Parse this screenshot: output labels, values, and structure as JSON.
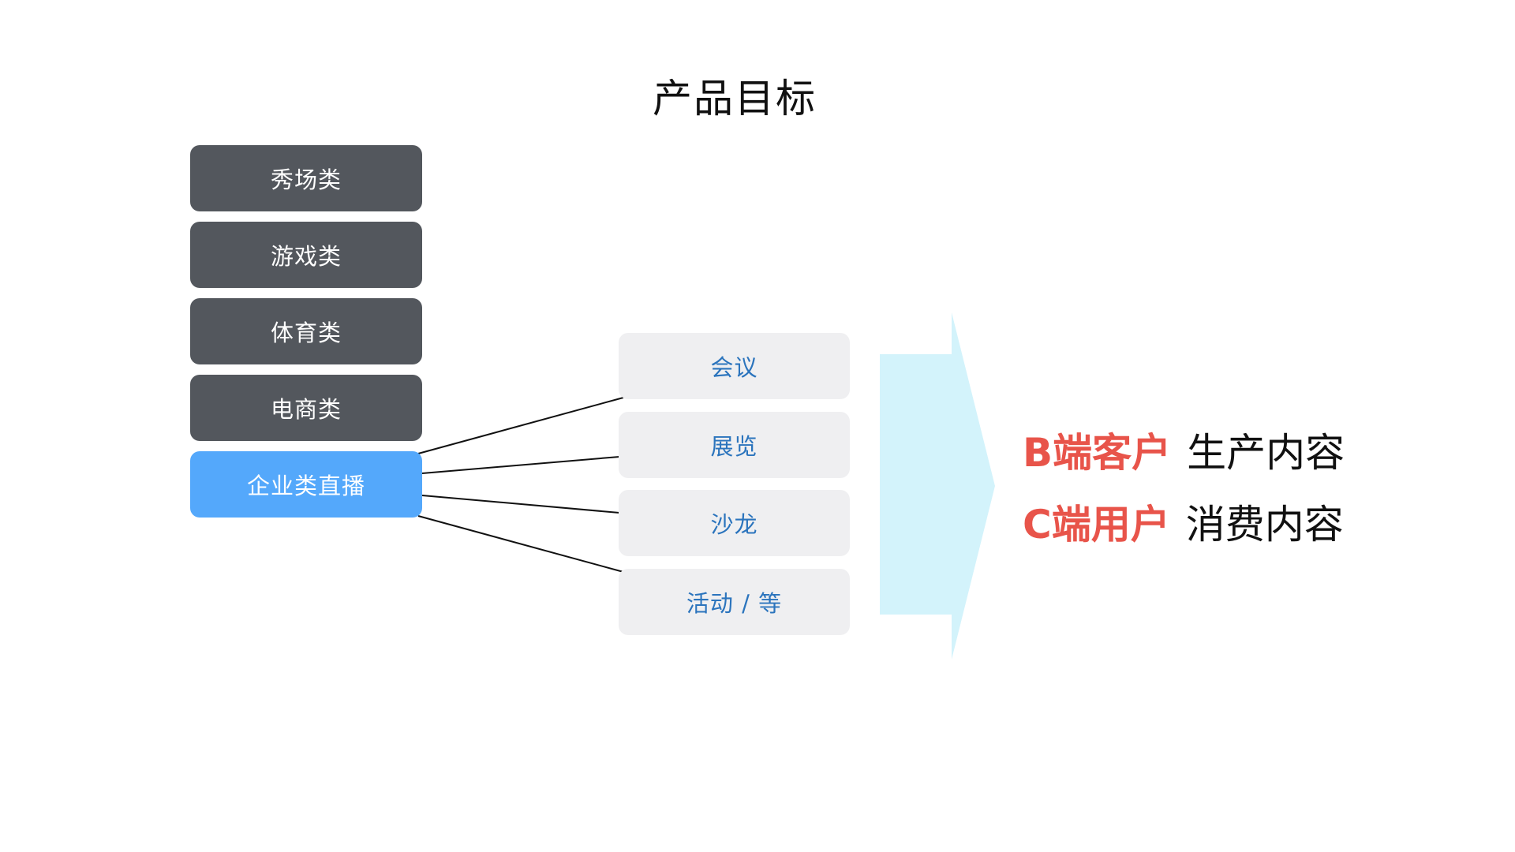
{
  "title": "产品目标",
  "categories": [
    {
      "label": "秀场类"
    },
    {
      "label": "游戏类"
    },
    {
      "label": "体育类"
    },
    {
      "label": "电商类"
    },
    {
      "label": "企业类直播"
    }
  ],
  "subcategories": [
    {
      "label": "会议"
    },
    {
      "label": "展览"
    },
    {
      "label": "沙龙"
    },
    {
      "label": "活动 / 等"
    }
  ],
  "results": [
    {
      "role": "B端客户",
      "action": "生产内容"
    },
    {
      "role": "C端用户",
      "action": "消费内容"
    }
  ],
  "colors": {
    "category_dark": "#53575d",
    "category_active": "#54a8fb",
    "subcategory_bg": "#efeff1",
    "subcategory_text": "#2b74bd",
    "arrow_fill": "#d3f3fb",
    "role_text": "#e8544a",
    "connector": "#111111"
  }
}
